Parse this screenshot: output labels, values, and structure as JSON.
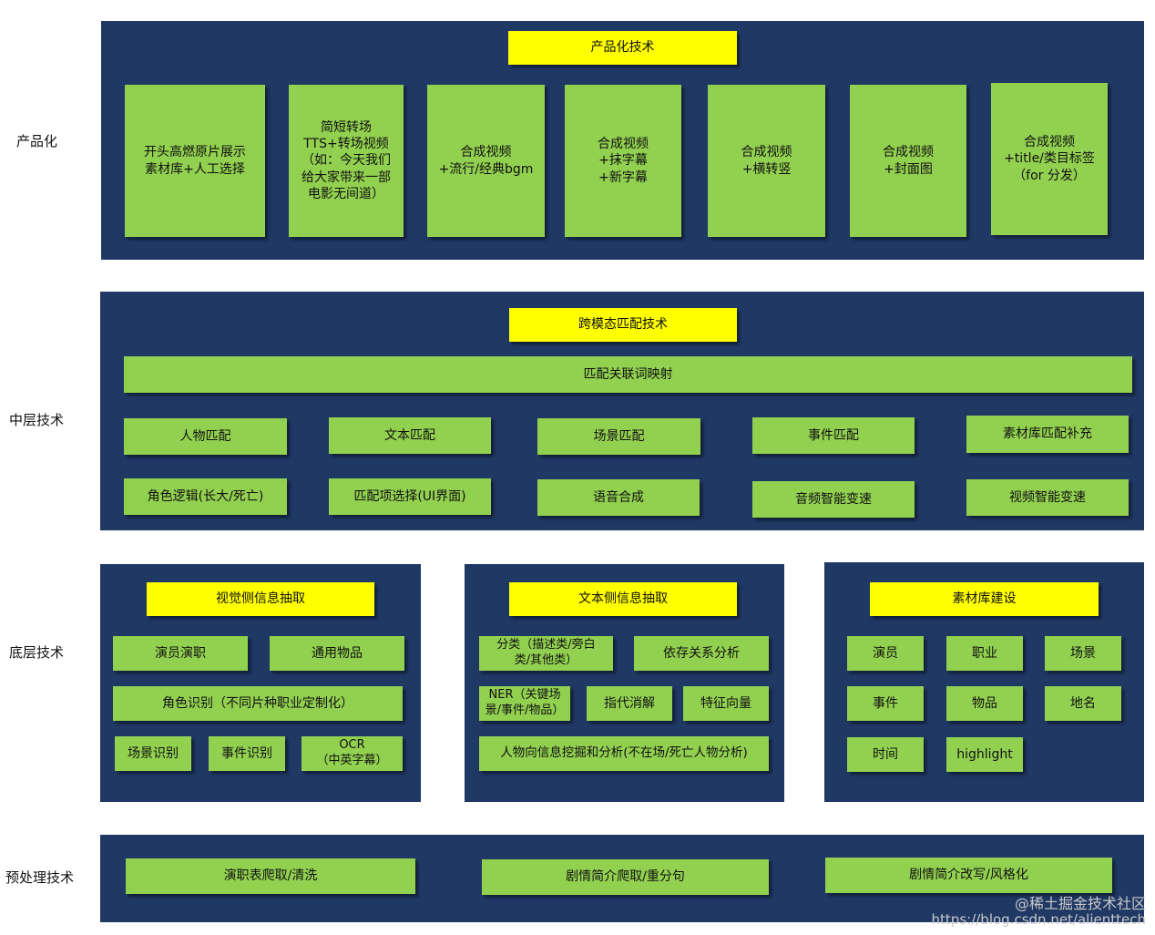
{
  "row_labels": {
    "product": "产品化",
    "middle": "中层技术",
    "bottom": "底层技术",
    "preprocess": "预处理技术"
  },
  "product": {
    "title": "产品化技术",
    "items": [
      "开头高燃原片展示\n素材库+人工选择",
      "简短转场\nTTS+转场视频\n（如：今天我们\n给大家带来一部\n电影无间道）",
      "合成视频\n+流行/经典bgm",
      "合成视频\n+抹字幕\n+新字幕",
      "合成视频\n+横转竖",
      "合成视频\n+封面图",
      "合成视频\n+title/类目标签\n（for 分发）"
    ]
  },
  "middle": {
    "title": "跨模态匹配技术",
    "wide_bar": "匹配关联词映射",
    "row1": [
      "人物匹配",
      "文本匹配",
      "场景匹配",
      "事件匹配",
      "素材库匹配补充"
    ],
    "row2": [
      "角色逻辑(长大/死亡)",
      "匹配项选择(UI界面)",
      "语音合成",
      "音频智能变速",
      "视频智能变速"
    ]
  },
  "bottom": {
    "visual": {
      "title": "视觉侧信息抽取",
      "items": [
        "演员演职",
        "通用物品",
        "角色识别（不同片种职业定制化）",
        "场景识别",
        "事件识别",
        "OCR\n（中英字幕）"
      ]
    },
    "text": {
      "title": "文本侧信息抽取",
      "items": [
        "分类（描述类/旁白\n类/其他类）",
        "依存关系分析",
        "NER（关键场\n景/事件/物品）",
        "指代消解",
        "特征向量",
        "人物向信息挖掘和分析(不在场/死亡人物分析)"
      ]
    },
    "library": {
      "title": "素材库建设",
      "items": [
        "演员",
        "职业",
        "场景",
        "事件",
        "物品",
        "地名",
        "时间",
        "highlight"
      ]
    }
  },
  "preprocess": {
    "items": [
      "演职表爬取/清洗",
      "剧情简介爬取/重分句",
      "剧情简介改写/风格化"
    ]
  },
  "watermark": {
    "line1": "@稀土掘金技术社区",
    "line2": "https://blog.csdn.net/alienttech"
  },
  "colors": {
    "panel": "#1f3864",
    "box": "#92d050",
    "title_box": "#ffff00"
  }
}
